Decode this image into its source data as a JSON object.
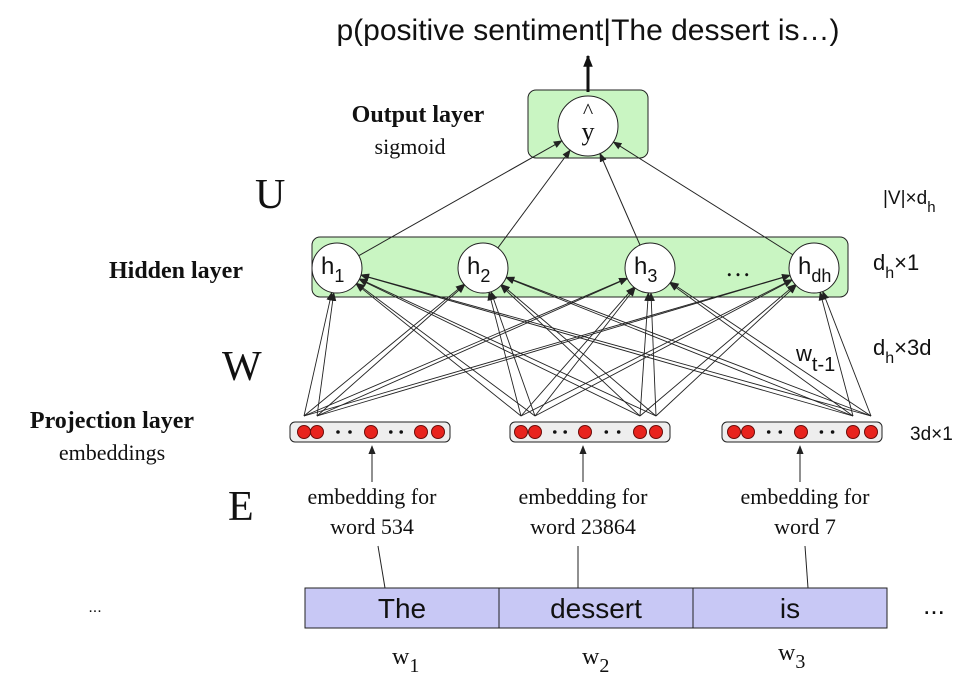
{
  "title": "p(positive sentiment|The dessert is…)",
  "output_layer": {
    "label": "Output layer",
    "activation": "sigmoid",
    "node": "y",
    "hat": "^"
  },
  "hidden_layer": {
    "label": "Hidden layer",
    "nodes": [
      {
        "base": "h",
        "sub": "1"
      },
      {
        "base": "h",
        "sub": "2"
      },
      {
        "base": "h",
        "sub": "3"
      },
      {
        "base": "h",
        "sub": "dh"
      }
    ],
    "ellipsis": "…"
  },
  "projection_layer": {
    "label": "Projection layer",
    "sublabel": "embeddings"
  },
  "weights": {
    "U": "U",
    "W": "W",
    "E": "E"
  },
  "dimensions": {
    "U": {
      "a": "|V|×d",
      "sub": "h"
    },
    "hidden": {
      "a": "d",
      "sub": "h",
      "b": "×1"
    },
    "W": {
      "a": "d",
      "sub": "h",
      "b": "×3d"
    },
    "proj": "3d×1"
  },
  "wt_label": {
    "base": "w",
    "sub": "t-1"
  },
  "embedding_captions": [
    {
      "line1": "embedding for",
      "line2": "word 534"
    },
    {
      "line1": "embedding for",
      "line2": "word 23864"
    },
    {
      "line1": "embedding for",
      "line2": "word 7"
    }
  ],
  "words": [
    "The",
    "dessert",
    "is"
  ],
  "word_indices": [
    {
      "base": "w",
      "sub": "1"
    },
    {
      "base": "w",
      "sub": "2"
    },
    {
      "base": "w",
      "sub": "3"
    }
  ],
  "left_ellipsis": "...",
  "right_ellipsis": "...",
  "colors": {
    "layer_fill": "#c9f5c2",
    "word_fill": "#c8c8f5",
    "dot_red": "#e8231d",
    "stroke": "#222222"
  }
}
